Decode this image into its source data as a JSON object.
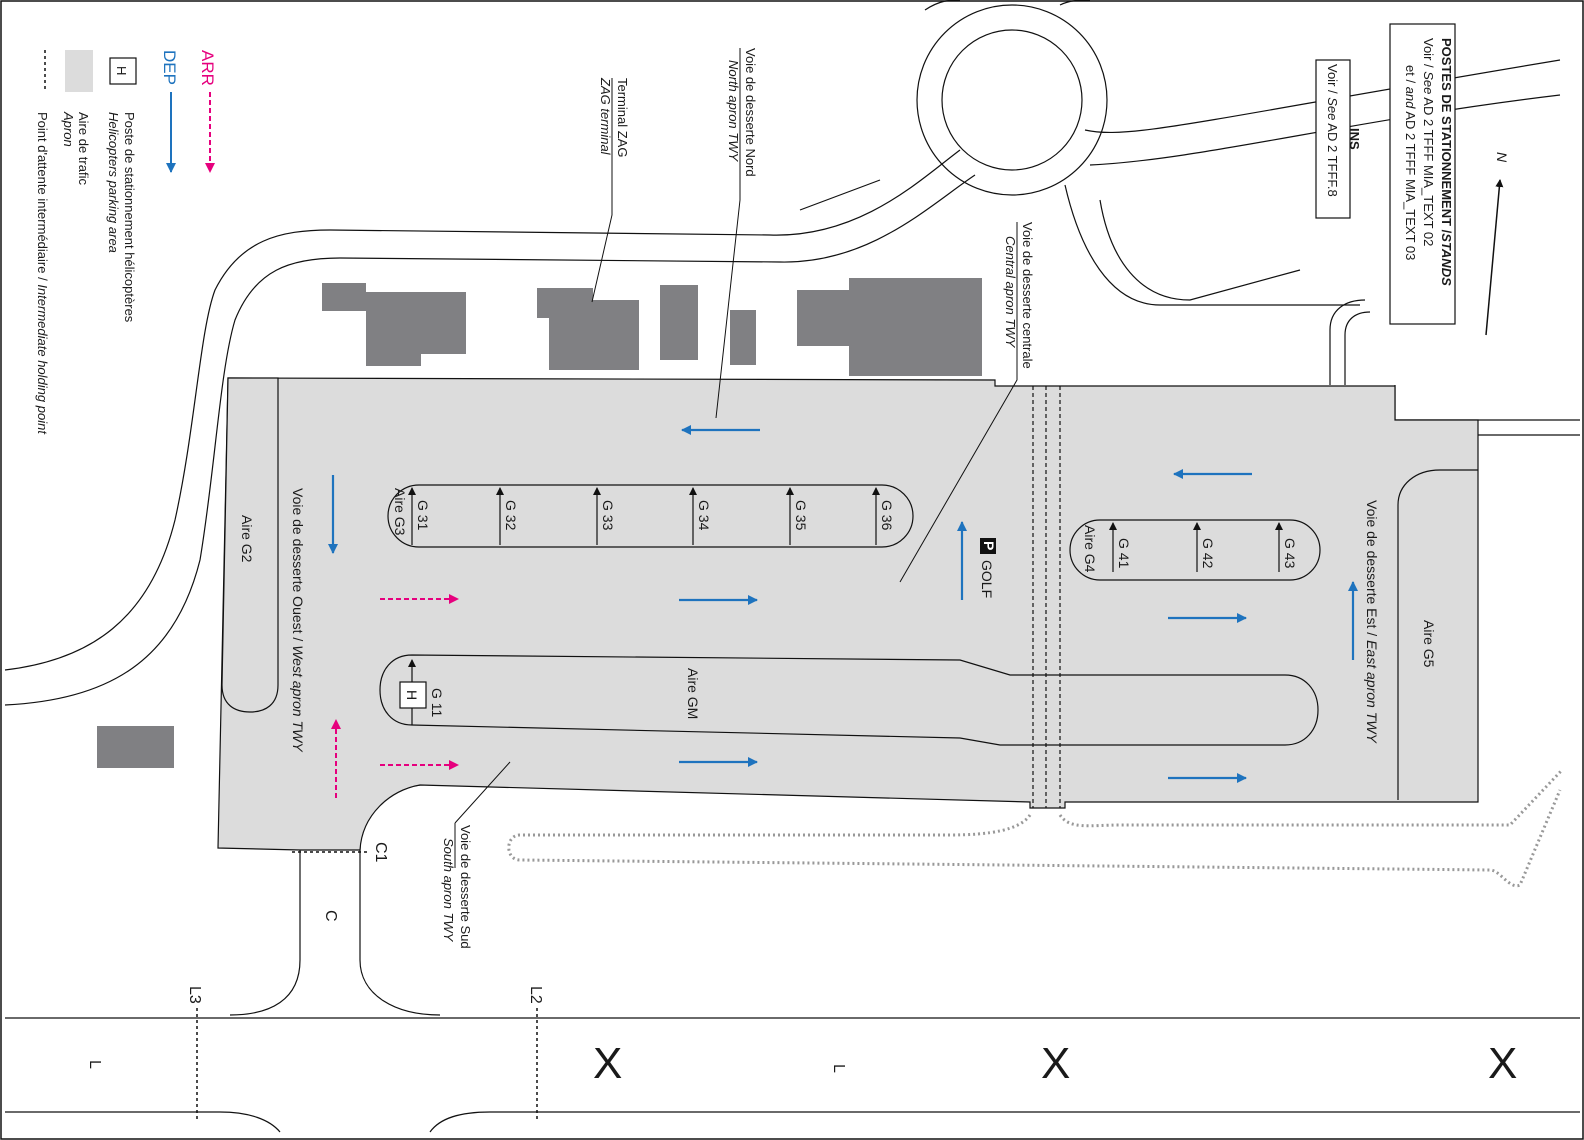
{
  "legend": {
    "arr": {
      "label": "ARR",
      "color": "#e6007e"
    },
    "dep": {
      "label": "DEP",
      "color": "#1e73be"
    },
    "helipad": {
      "symbol": "H",
      "fr": "Poste de stationnement hélicoptères",
      "en": "Helicopters parking area"
    },
    "apron": {
      "fr": "Aire de trafic",
      "en": "Apron"
    },
    "holding": {
      "fr": "Point d'attente intermédiaire /",
      "en": "Intermediate holding point"
    }
  },
  "stands_box": {
    "title_fr": "POSTES DE STATIONNEMENT /",
    "title_en": "STANDS",
    "line1_fr": "Voir /",
    "line1_en": "See",
    "line1_ref": "AD 2 TFFF MIA_TEXT 02",
    "line2_fr": "et /",
    "line2_en": "and",
    "line2_ref": "AD 2 TFFF MIA_TEXT 03"
  },
  "ins_box": {
    "title": "INS",
    "fr": "Voir /",
    "en": "See",
    "ref": "AD 2 TFFF.8"
  },
  "north": "N",
  "callouts": {
    "terminal": {
      "fr": "Terminal ZAG",
      "en": "ZAG terminal"
    },
    "north_twy": {
      "fr": "Voie de desserte Nord",
      "en": "North apron TWY"
    },
    "central_twy": {
      "fr": "Voie de desserte centrale",
      "en": "Central apron TWY"
    },
    "south_twy": {
      "fr": "Voie de desserte Sud",
      "en": "South apron TWY"
    }
  },
  "twy_labels": {
    "west_fr": "Voie de desserte Ouest /",
    "west_en": "West apron TWY",
    "east_fr": "Voie de desserte Est /",
    "east_en": "East apron TWY"
  },
  "areas": {
    "g2": "Aire G2",
    "g3": "Aire G3",
    "g4": "Aire G4",
    "g5": "Aire G5",
    "gm": "Aire GM"
  },
  "stands": {
    "g31": "G 31",
    "g32": "G 32",
    "g33": "G 33",
    "g34": "G 34",
    "g35": "G 35",
    "g36": "G 36",
    "g41": "G 41",
    "g42": "G 42",
    "g43": "G 43",
    "g11": "G 11"
  },
  "parking": {
    "symbol": "P",
    "label": "GOLF"
  },
  "helipad_symbol": "H",
  "taxiways": {
    "c": "C",
    "c1": "C1",
    "l2": "L2",
    "l3": "L3",
    "l_a": "L",
    "l_b": "L"
  },
  "runway_marks": [
    "X",
    "X",
    "X"
  ],
  "colors": {
    "apron": "#dcdcdc",
    "building": "#808083",
    "arr": "#e6007e",
    "dep": "#1e73be"
  }
}
